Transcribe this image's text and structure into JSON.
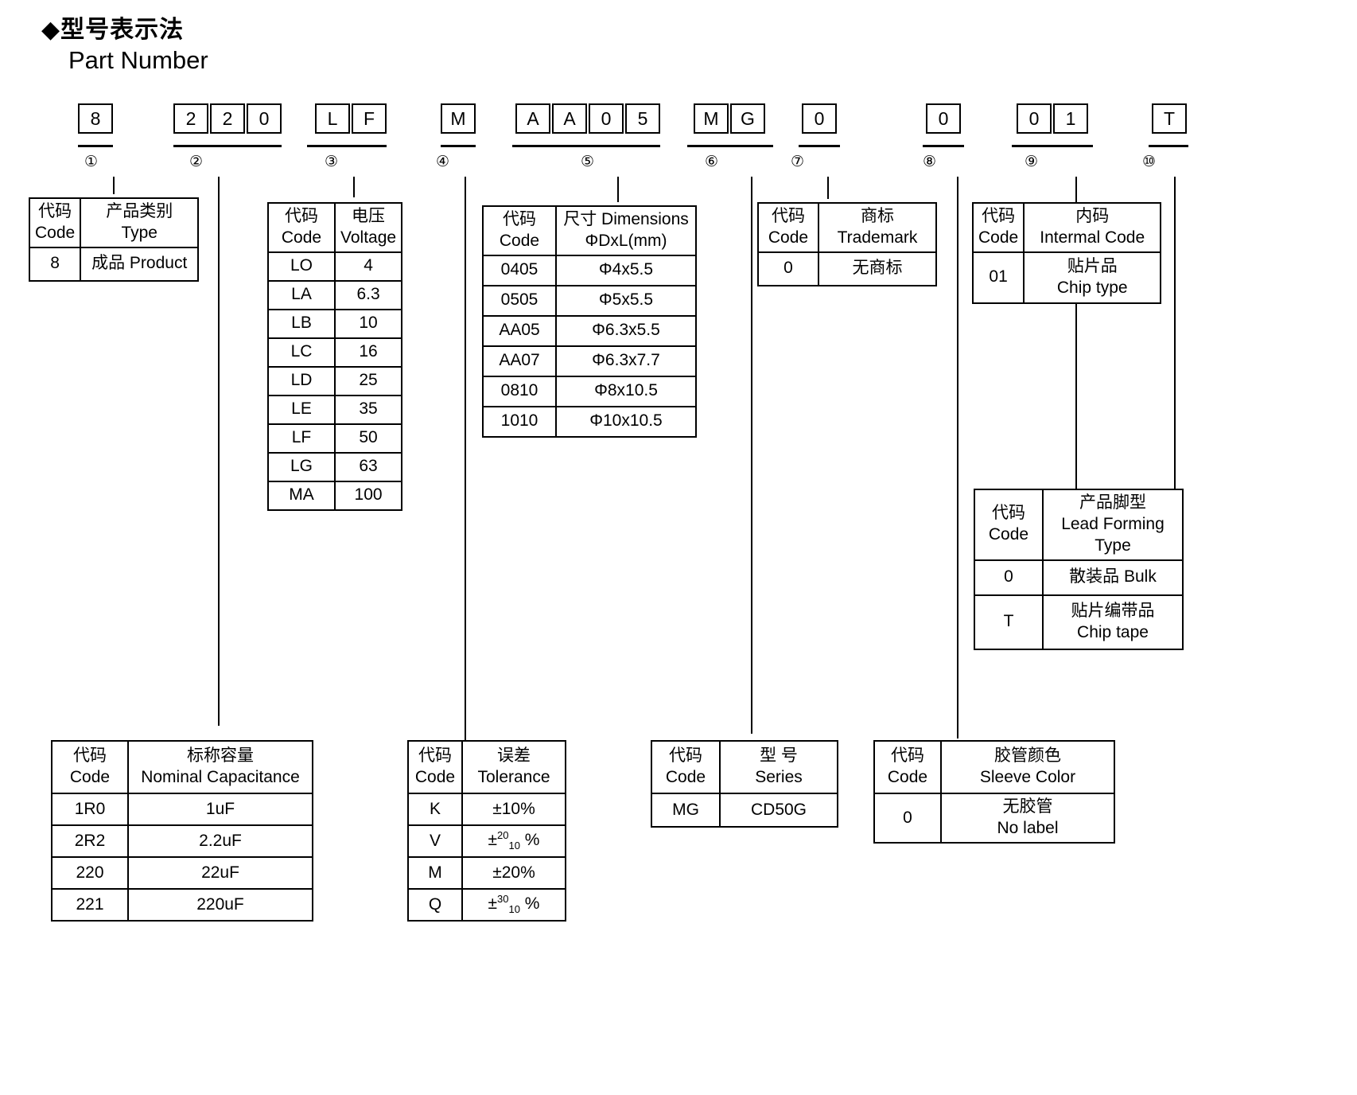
{
  "heading": {
    "cn": "◆型号表示法",
    "en": "Part Number"
  },
  "part_number_boxes": [
    {
      "char": "8",
      "x": 98,
      "w": 44
    },
    {
      "char": "2",
      "x": 218,
      "w": 44
    },
    {
      "char": "2",
      "x": 264,
      "w": 44
    },
    {
      "char": "0",
      "x": 310,
      "w": 44
    },
    {
      "char": "L",
      "x": 396,
      "w": 44
    },
    {
      "char": "F",
      "x": 442,
      "w": 44
    },
    {
      "char": "M",
      "x": 554,
      "w": 44
    },
    {
      "char": "A",
      "x": 648,
      "w": 44
    },
    {
      "char": "A",
      "x": 694,
      "w": 44
    },
    {
      "char": "0",
      "x": 740,
      "w": 44
    },
    {
      "char": "5",
      "x": 786,
      "w": 44
    },
    {
      "char": "M",
      "x": 872,
      "w": 44
    },
    {
      "char": "G",
      "x": 918,
      "w": 44
    },
    {
      "char": "0",
      "x": 1008,
      "w": 44
    },
    {
      "char": "0",
      "x": 1164,
      "w": 44
    },
    {
      "char": "0",
      "x": 1278,
      "w": 44
    },
    {
      "char": "1",
      "x": 1324,
      "w": 44
    },
    {
      "char": "T",
      "x": 1448,
      "w": 44
    }
  ],
  "groups": [
    {
      "index": "①",
      "ul_x": 98,
      "ul_w": 44,
      "circ_x": 106,
      "line_x": 142
    },
    {
      "index": "②",
      "ul_x": 218,
      "ul_w": 136,
      "circ_x": 238,
      "line_x": 274
    },
    {
      "index": "③",
      "ul_x": 386,
      "ul_w": 100,
      "circ_x": 408,
      "line_x": 444
    },
    {
      "index": "④",
      "ul_x": 554,
      "ul_w": 44,
      "circ_x": 548,
      "line_x": 584
    },
    {
      "index": "⑤",
      "ul_x": 644,
      "ul_w": 186,
      "circ_x": 730,
      "line_x": 776
    },
    {
      "index": "⑥",
      "ul_x": 864,
      "ul_w": 108,
      "circ_x": 886,
      "line_x": 944
    },
    {
      "index": "⑦",
      "ul_x": 1004,
      "ul_w": 52,
      "circ_x": 994,
      "line_x": 1040
    },
    {
      "index": "⑧",
      "ul_x": 1160,
      "ul_w": 52,
      "circ_x": 1160,
      "line_x": 1203
    },
    {
      "index": "⑨",
      "ul_x": 1272,
      "ul_w": 102,
      "circ_x": 1288,
      "line_x": 1352
    },
    {
      "index": "⑩",
      "ul_x": 1444,
      "ul_w": 50,
      "circ_x": 1436,
      "line_x": 1476
    }
  ],
  "tables": {
    "type": {
      "headers": [
        {
          "cn": "代码",
          "en": "Code"
        },
        {
          "cn": "产品类别",
          "en": "Type"
        }
      ],
      "rows": [
        [
          "8",
          "成品 Product"
        ]
      ]
    },
    "voltage": {
      "headers": [
        {
          "cn": "代码",
          "en": "Code"
        },
        {
          "cn": "电压",
          "en": "Voltage"
        }
      ],
      "rows": [
        [
          "LO",
          "4"
        ],
        [
          "LA",
          "6.3"
        ],
        [
          "LB",
          "10"
        ],
        [
          "LC",
          "16"
        ],
        [
          "LD",
          "25"
        ],
        [
          "LE",
          "35"
        ],
        [
          "LF",
          "50"
        ],
        [
          "LG",
          "63"
        ],
        [
          "MA",
          "100"
        ]
      ]
    },
    "dimensions": {
      "headers": [
        {
          "cn": "代码",
          "en": "Code"
        },
        {
          "cn": "尺寸 Dimensions",
          "en": "ΦDxL(mm)"
        }
      ],
      "rows": [
        [
          "0405",
          "Φ4x5.5"
        ],
        [
          "0505",
          "Φ5x5.5"
        ],
        [
          "AA05",
          "Φ6.3x5.5"
        ],
        [
          "AA07",
          "Φ6.3x7.7"
        ],
        [
          "0810",
          "Φ8x10.5"
        ],
        [
          "1010",
          "Φ10x10.5"
        ]
      ]
    },
    "trademark": {
      "headers": [
        {
          "cn": "代码",
          "en": "Code"
        },
        {
          "cn": "商标",
          "en": "Trademark"
        }
      ],
      "rows": [
        [
          "0",
          "无商标"
        ]
      ]
    },
    "internal_code": {
      "headers": [
        {
          "cn": "代码",
          "en": "Code"
        },
        {
          "cn": "内码",
          "en": "Intermal Code"
        }
      ],
      "rows": [
        [
          "01",
          "贴片品",
          "Chip type"
        ]
      ]
    },
    "lead_forming": {
      "headers": [
        {
          "cn": "代码",
          "en": "Code"
        },
        {
          "cn": "产品脚型",
          "en": "Lead Forming",
          "en2": "Type"
        }
      ],
      "rows": [
        {
          "code": "0",
          "cn": "散装品 Bulk",
          "en": ""
        },
        {
          "code": "T",
          "cn": "贴片编带品",
          "en": "Chip tape"
        }
      ]
    },
    "capacitance": {
      "headers": [
        {
          "cn": "代码",
          "en": "Code"
        },
        {
          "cn": "标称容量",
          "en": "Nominal Capacitance"
        }
      ],
      "rows": [
        [
          "1R0",
          "1uF"
        ],
        [
          "2R2",
          "2.2uF"
        ],
        [
          "220",
          "22uF"
        ],
        [
          "221",
          "220uF"
        ]
      ]
    },
    "tolerance": {
      "headers": [
        {
          "cn": "代码",
          "en": "Code"
        },
        {
          "cn": "误差",
          "en": "Tolerance"
        }
      ],
      "rows": [
        {
          "code": "K",
          "plain": "±10%"
        },
        {
          "code": "V",
          "sup": "20",
          "sub": "10",
          "suffix": "%"
        },
        {
          "code": "M",
          "plain": "±20%"
        },
        {
          "code": "Q",
          "sup": "30",
          "sub": "10",
          "suffix": "%"
        }
      ]
    },
    "series": {
      "headers": [
        {
          "cn": "代码",
          "en": "Code"
        },
        {
          "cn": "型 号",
          "en": "Series"
        }
      ],
      "rows": [
        [
          "MG",
          "CD50G"
        ]
      ]
    },
    "sleeve_color": {
      "headers": [
        {
          "cn": "代码",
          "en": "Code"
        },
        {
          "cn": "胶管颜色",
          "en": "Sleeve Color"
        }
      ],
      "rows": [
        [
          "0",
          "无胶管",
          "No label"
        ]
      ]
    }
  }
}
